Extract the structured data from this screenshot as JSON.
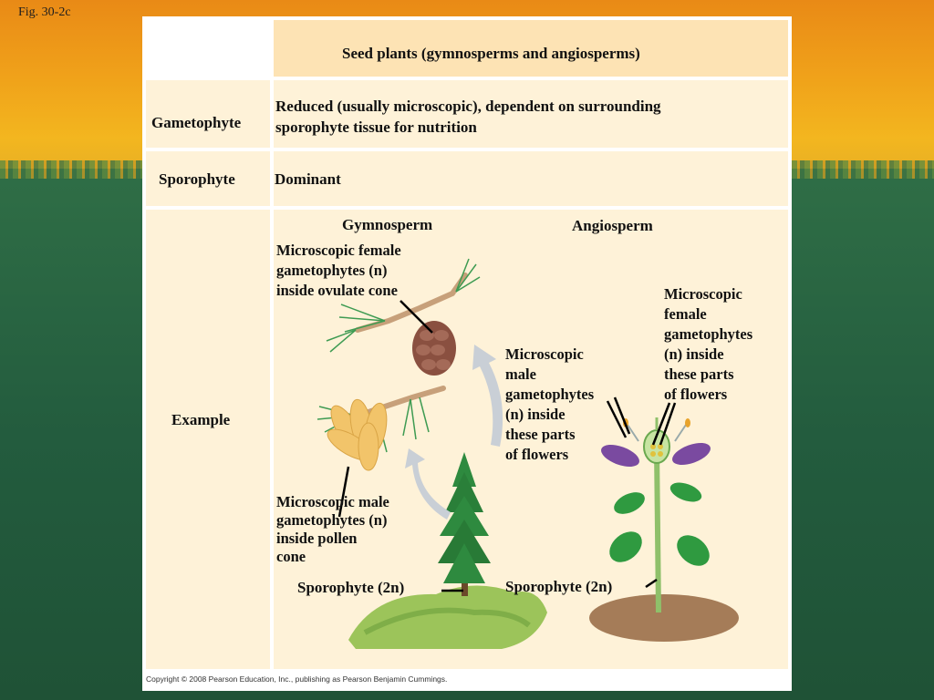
{
  "figure_label": "Fig. 30-2c",
  "table": {
    "header": "Seed plants (gymnosperms and angiosperms)",
    "rows": [
      {
        "label": "Gametophyte",
        "text_line1": "Reduced (usually microscopic), dependent on surrounding",
        "text_line2": "sporophyte tissue for nutrition"
      },
      {
        "label": "Sporophyte",
        "text": "Dominant"
      },
      {
        "label": "Example"
      }
    ]
  },
  "example": {
    "gymnosperm": {
      "title": "Gymnosperm",
      "female": [
        "Microscopic female",
        "gametophytes (n)",
        "inside ovulate cone"
      ],
      "male": [
        "Microscopic male",
        "gametophytes (n)",
        "inside pollen",
        "cone"
      ],
      "sporophyte": "Sporophyte (2n)"
    },
    "angiosperm": {
      "title": "Angiosperm",
      "male": [
        "Microscopic",
        "male",
        "gametophytes",
        "(n) inside",
        "these parts",
        "of flowers"
      ],
      "female": [
        "Microscopic",
        "female",
        "gametophytes",
        "(n) inside",
        "these parts",
        "of flowers"
      ],
      "sporophyte": "Sporophyte (2n)"
    }
  },
  "copyright": "Copyright © 2008 Pearson Education, Inc., publishing as Pearson Benjamin Cummings.",
  "colors": {
    "header_bg": "#fde3b4",
    "cell_bg": "#fef2d8",
    "border": "#f9d590",
    "background_green": "#235c3e",
    "background_orange": "#f0a21a"
  }
}
